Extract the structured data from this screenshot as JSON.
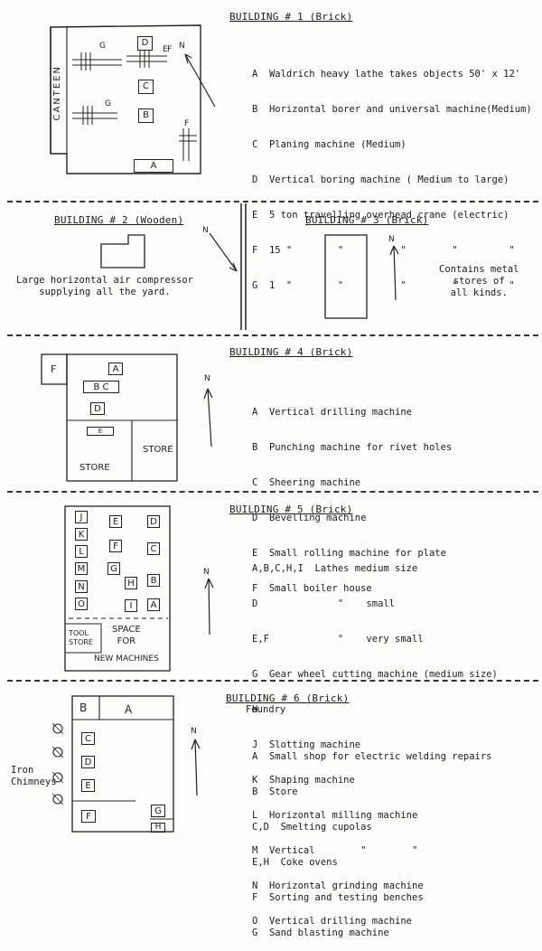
{
  "building1": {
    "title": "BUILDING # 1  (Brick)",
    "canteen": "CANTEEN",
    "legend": [
      "A  Waldrich heavy lathe takes objects 50' x 12'",
      "B  Horizontal borer and universal machine(Medium)",
      "C  Planing machine (Medium)",
      "D  Vertical boring machine ( Medium to large)",
      "E  5 ton travelling overhead crane (electric)",
      "F  15 \"        \"          \"        \"         \"",
      "G  1  \"        \"          \"        \"         \""
    ],
    "north": "N",
    "labels": {
      "a": "A",
      "b": "B",
      "c": "C",
      "d": "D",
      "e": "E",
      "f": "F",
      "g": "G"
    }
  },
  "building2": {
    "title": "BUILDING # 2  (Wooden)",
    "note": "Large horizontal air compressor\nsupplying all the yard.",
    "north": "N"
  },
  "building3": {
    "title": "BUILDING # 3  (Brick)",
    "note": "Contains metal\nstores of\nall kinds.",
    "north": "N"
  },
  "building4": {
    "title": "BUILDING # 4  (Brick)",
    "legend": [
      "A  Vertical drilling machine",
      "B  Punching machine for rivet holes",
      "C  Sheering machine",
      "D  Bevelling machine",
      "E  Small rolling machine for plate",
      "F  Small boiler house"
    ],
    "north": "N",
    "store1": "STORE",
    "store2": "STORE",
    "labels": {
      "a": "A",
      "b": "B",
      "c": "C",
      "d": "D",
      "e": "E",
      "f": "F"
    }
  },
  "building5": {
    "title": "BUILDING # 5 (Brick)",
    "legend": [
      "A,B,C,H,I  Lathes medium size",
      "D              \"    small",
      "E,F            \"    very small",
      "G  Gear wheel cutting machine (medium size)",
      "H",
      "J  Slotting machine",
      "K  Shaping machine",
      "L  Horizontal milling machine",
      "M  Vertical        \"        \"",
      "N  Horizontal grinding machine",
      "O  Vertical drilling machine"
    ],
    "north": "N",
    "tool_store": "TOOL\nSTORE",
    "space": "SPACE\nFOR",
    "new_machines": "NEW MACHINES",
    "labels": {
      "j": "J",
      "k": "K",
      "l": "L",
      "m": "M",
      "n1": "N",
      "o": "O",
      "e": "E",
      "f": "F",
      "g": "G",
      "h": "H",
      "i": "I",
      "d": "D",
      "c": "C",
      "b": "B",
      "a": "A"
    }
  },
  "building6": {
    "title": "BUILDING # 6 (Brick)",
    "subtitle": "Foundry",
    "legend": [
      "A  Small shop for electric welding repairs",
      "B  Store",
      "C,D  Smelting cupolas",
      "E,H  Coke ovens",
      "F  Sorting and testing benches",
      "G  Sand blasting machine"
    ],
    "north": "N",
    "iron_chimneys": "Iron\nChimneys",
    "labels": {
      "a": "A",
      "b": "B",
      "c": "C",
      "d": "D",
      "e": "E",
      "f": "F",
      "g": "G",
      "h": "H"
    }
  }
}
